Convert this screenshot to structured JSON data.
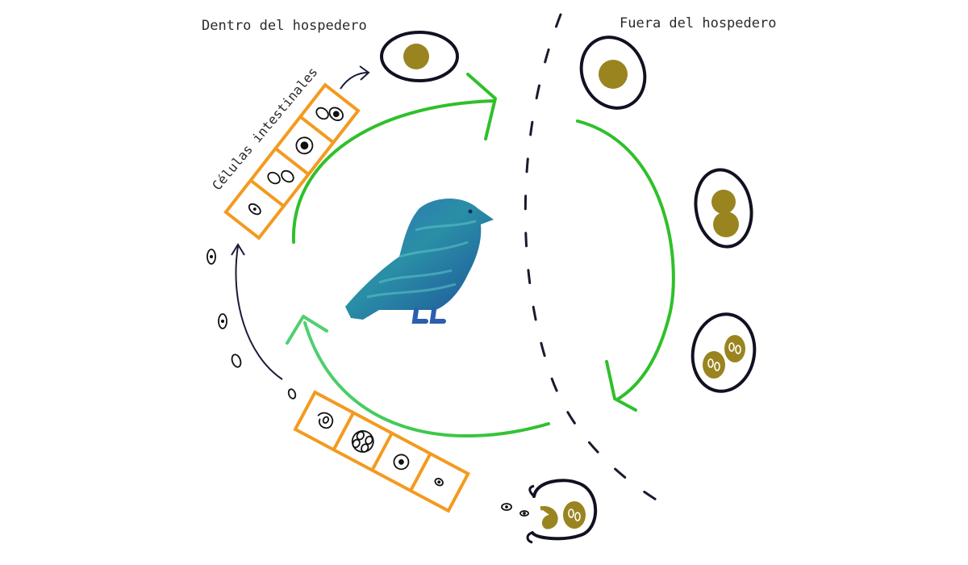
{
  "labels": {
    "inside_host": "Dentro del hospedero",
    "outside_host": "Fuera del hospedero",
    "intestinal_cells": "Células intestinales"
  },
  "colors": {
    "cycle_arrow": "#2fc02a",
    "cycle_arrow_light": "#4fd070",
    "cell_border": "#f39a1f",
    "oocyst_fill": "#9a8420",
    "outline": "#111122",
    "bird_dark": "#1e4a8a",
    "bird_light": "#3a9fb4"
  },
  "icons": [
    "bird-icon",
    "oocyst-icon",
    "intestinal-cell-icon",
    "sporozoite-icon"
  ]
}
